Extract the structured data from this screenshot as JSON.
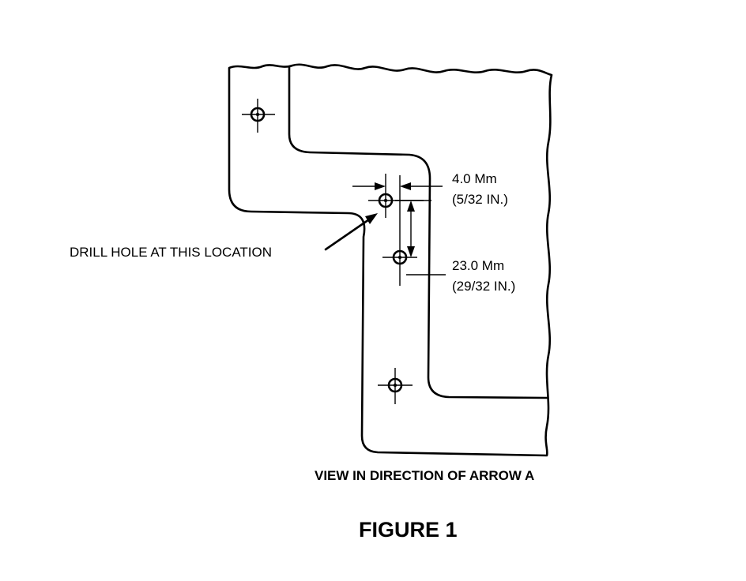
{
  "labels": {
    "drill_hole": "DRILL HOLE AT THIS LOCATION",
    "dim1_mm": "4.0 Mm",
    "dim1_in": "(5/32 IN.)",
    "dim2_mm": "23.0 Mm",
    "dim2_in": "(29/32 IN.)",
    "view_caption": "VIEW IN DIRECTION OF ARROW A",
    "figure_title": "FIGURE 1"
  },
  "colors": {
    "ink": "#000000",
    "background": "#ffffff"
  }
}
